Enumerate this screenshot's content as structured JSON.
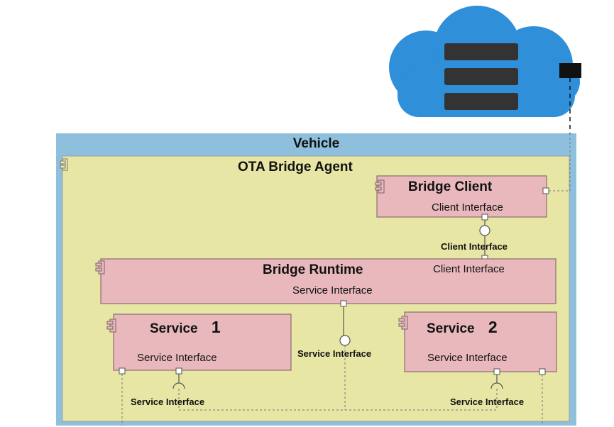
{
  "vehicle": {
    "title": "Vehicle"
  },
  "agent": {
    "title": "OTA Bridge Agent"
  },
  "bridge_client": {
    "title": "Bridge Client",
    "interface": "Client Interface"
  },
  "client_link": {
    "label": "Client Interface"
  },
  "bridge_runtime": {
    "title": "Bridge Runtime",
    "client_interface": "Client Interface",
    "service_interface": "Service Interface"
  },
  "runtime_link": {
    "label": "Service Interface"
  },
  "service1": {
    "title": "Service",
    "number": "1",
    "interface": "Service Interface"
  },
  "service2": {
    "title": "Service",
    "number": "2",
    "interface": "Service Interface"
  },
  "bottom_left_link": {
    "label": "Service Interface"
  },
  "bottom_right_link": {
    "label": "Service Interface"
  },
  "colors": {
    "cloud": "#2f8fd8",
    "server_bars": "#333333",
    "vehicle_frame": "#8ebfdc",
    "agent_fill": "#e8e6a4",
    "component_fill": "#e8b8bc",
    "component_stroke": "#8a6d6f"
  },
  "icons": [
    "cloud-server-icon",
    "component-icon"
  ]
}
